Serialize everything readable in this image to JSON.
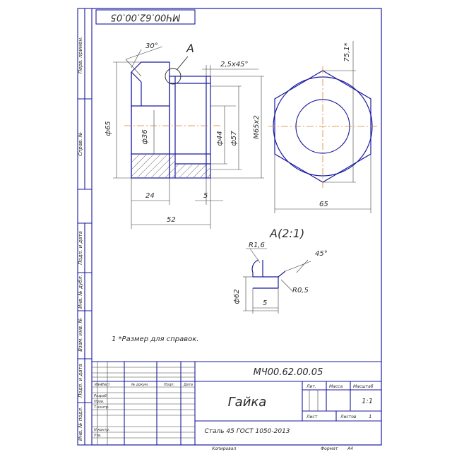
{
  "stamp_top": "МЧ00.62.00.05",
  "side_labels": {
    "perv_primen": "Перв. примен.",
    "sprav_no": "Справ. №",
    "podp_data_1": "Подп. и дата",
    "inv_dubl": "Инв. № дубл.",
    "vzam_inv": "Взам. инв. №",
    "podp_data_2": "Подп. и дата",
    "inv_podl": "Инв. № подл."
  },
  "dims": {
    "angle30": "30°",
    "view_a": "A",
    "chamfer": "2,5х45°",
    "d65": "ф65",
    "d36": "ф36",
    "d44": "ф44",
    "d57": "ф57",
    "m65": "М65х2",
    "l24": "24",
    "l5": "5",
    "l52": "52",
    "s751": "75,1*",
    "w65": "65"
  },
  "detail": {
    "title": "A(2:1)",
    "r16": "R1,6",
    "a45": "45°",
    "d62": "ф62",
    "l5": "5",
    "r05": "R0,5"
  },
  "note": "1 *Размер для справок.",
  "title_block": {
    "designation": "МЧ00.62.00.05",
    "name": "Гайка",
    "material": "Сталь 45 ГОСТ 1050-2013",
    "h_izm": "Изм.",
    "h_list": "Лист",
    "h_docno": "№ докум.",
    "h_podp": "Подп.",
    "h_data": "Дата",
    "r_razrab": "Разраб.",
    "r_prov": "Пров.",
    "r_tkontr": "Т.контр.",
    "r_nkontr": "Н.контр.",
    "r_utv": "Утв.",
    "lit": "Лит.",
    "massa": "Масса",
    "masshtab": "Масштаб",
    "scale_val": "1:1",
    "list": "Лист",
    "listov": "Листов",
    "listov_val": "1",
    "copied": "Копировал",
    "format": "Формат",
    "format_val": "A4"
  }
}
